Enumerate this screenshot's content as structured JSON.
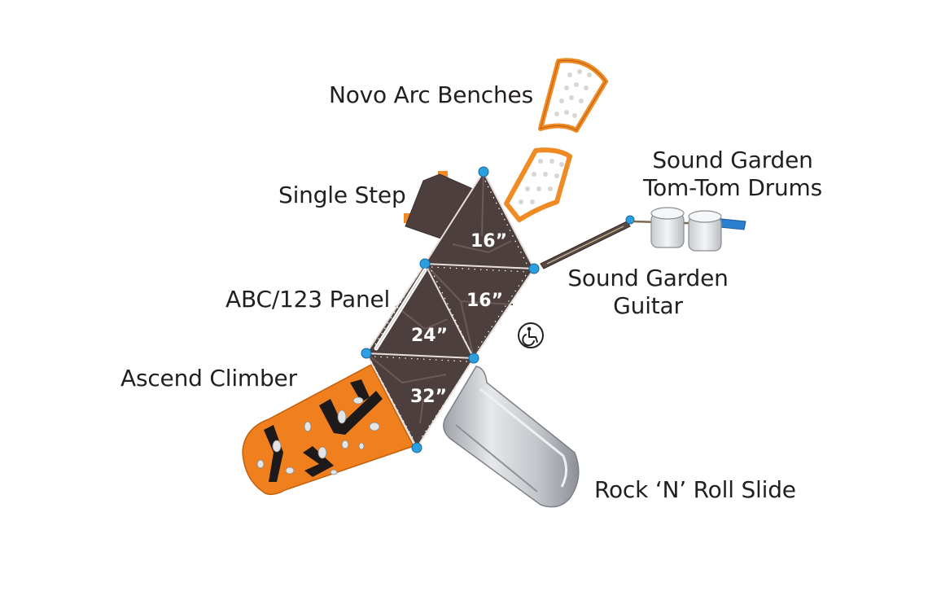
{
  "labels": {
    "benches": "Novo Arc Benches",
    "drums_line1": "Sound Garden",
    "drums_line2": "Tom-Tom Drums",
    "single_step": "Single Step",
    "guitar_line1": "Sound Garden",
    "guitar_line2": "Guitar",
    "abc_panel": "ABC/123 Panel",
    "climber": "Ascend Climber",
    "slide": "Rock ‘N’ Roll Slide"
  },
  "decks": {
    "top": "16”",
    "middle": "16”",
    "left": "24”",
    "bottom": "32”"
  },
  "icons": {
    "accessibility": "wheelchair-accessibility-icon"
  },
  "colors": {
    "deck": "#4d3f3e",
    "deck_seam": "#d9d2cf",
    "post_cap": "#2b9fe0",
    "climber": "#f07f1e",
    "bench_outline": "#f08a24",
    "slide": "#c7c9cd",
    "text": "#231f20"
  }
}
